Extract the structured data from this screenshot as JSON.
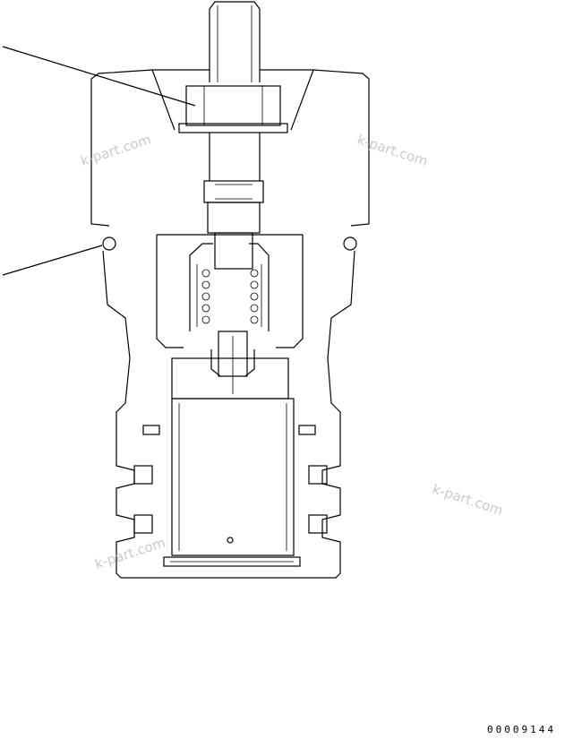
{
  "watermarks": [
    "k-part.com",
    "k-part.com",
    "k-part.com",
    "k-part.com"
  ],
  "drawing_code": "00009144"
}
